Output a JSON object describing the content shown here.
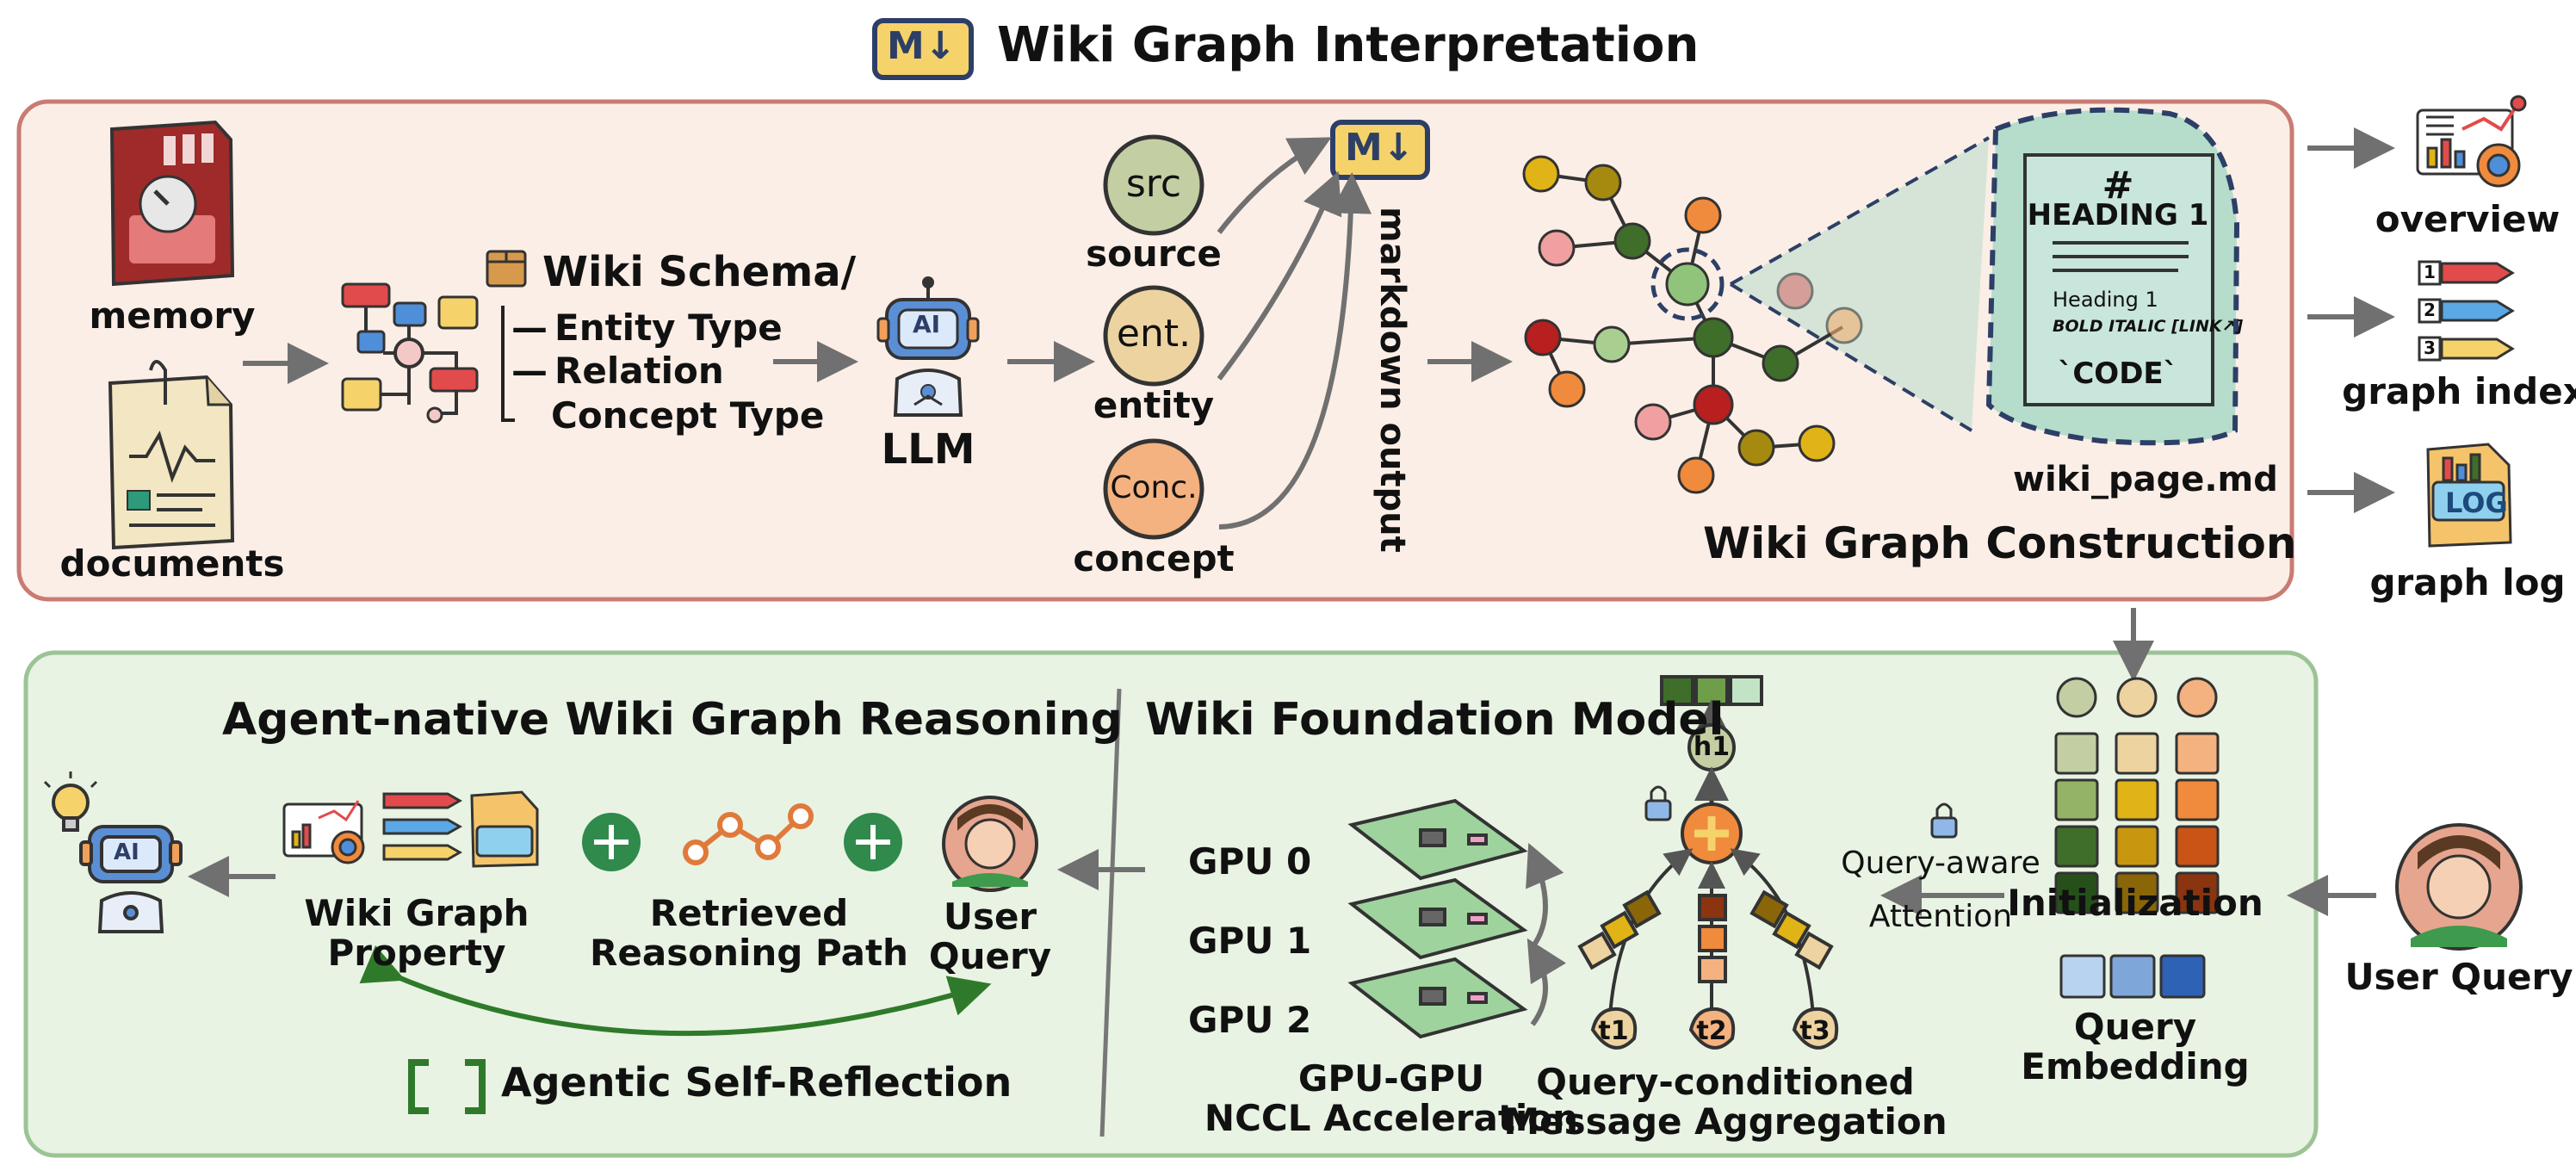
{
  "title": "Wiki Graph Interpretation",
  "md_badge": "M↓",
  "top": {
    "memory": "memory",
    "documents": "documents",
    "schema_title": "Wiki Schema/",
    "schema_items": [
      "Entity Type",
      "Relation",
      "Concept Type"
    ],
    "schema_prefix": [
      "—",
      "—",
      "└"
    ],
    "llm": "LLM",
    "ai": "AI",
    "nodes": [
      {
        "tag": "src",
        "label": "source"
      },
      {
        "tag": "ent.",
        "label": "entity"
      },
      {
        "tag": "Conc.",
        "label": "concept"
      }
    ],
    "markdown_output": "markdown output",
    "page": {
      "hash": "#",
      "heading1": "HEADING 1",
      "heading_small": "Heading 1",
      "bold_italic": "BOLD ITALIC [LINK↗]",
      "code": "`CODE`",
      "filename": "wiki_page.md"
    },
    "construction": "Wiki Graph Construction",
    "outputs": [
      "overview",
      "graph index",
      "graph log"
    ],
    "log_tag": "LOG"
  },
  "bottom": {
    "reasoning_title": "Agent-native Wiki Graph Reasoning",
    "property": [
      "Wiki Graph",
      "Property"
    ],
    "path": [
      "Retrieved",
      "Reasoning Path"
    ],
    "user_query_left": [
      "User",
      "Query"
    ],
    "self_reflection": "Agentic Self-Reflection",
    "foundation_title": "Wiki Foundation Model",
    "gpus": [
      "GPU 0",
      "GPU 1",
      "GPU 2"
    ],
    "nccl": [
      "GPU-GPU",
      "NCCL Acceleration"
    ],
    "h1": "h1",
    "t_nodes": [
      "t1",
      "t2",
      "t3"
    ],
    "aggregation": [
      "Query-conditioned",
      "Message Aggregation"
    ],
    "attention": [
      "Query-aware",
      "Attention"
    ],
    "initialization": "Initialization",
    "embedding": [
      "Query",
      "Embedding"
    ],
    "user_query_right": "User Query"
  },
  "colors": {
    "top_panel_bg": "#fbeee6",
    "top_panel_border": "#c97b74",
    "bottom_panel_bg": "#e8f3e3",
    "bottom_panel_border": "#9cc395",
    "arrow": "#707070",
    "node_green_dark": "#3e6e2a",
    "node_green_light": "#a8cf8f",
    "node_orange": "#f08a3c",
    "node_yellow": "#e0b316",
    "node_red": "#b81f1f",
    "node_pink": "#f0a0a0"
  }
}
